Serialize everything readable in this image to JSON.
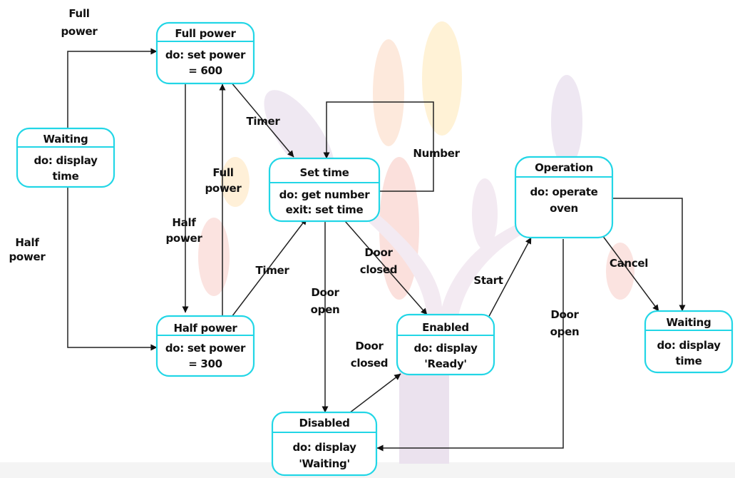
{
  "diagram": {
    "title": "Microwave oven model",
    "states": [
      {
        "id": "full_power",
        "name": "Full power",
        "action": [
          "do: set power",
          "= 600"
        ]
      },
      {
        "id": "waiting_left",
        "name": "Waiting",
        "action": [
          "do: display",
          "time"
        ]
      },
      {
        "id": "set_time",
        "name": "Set time",
        "action": [
          "do: get number",
          "exit: set time"
        ]
      },
      {
        "id": "operation",
        "name": "Operation",
        "action": [
          "do: operate",
          "oven"
        ]
      },
      {
        "id": "half_power",
        "name": "Half power",
        "action": [
          "do: set power",
          "= 300"
        ]
      },
      {
        "id": "enabled",
        "name": "Enabled",
        "action": [
          "do: display",
          "'Ready'"
        ]
      },
      {
        "id": "waiting_right",
        "name": "Waiting",
        "action": [
          "do: display",
          "time"
        ]
      },
      {
        "id": "disabled",
        "name": "Disabled",
        "action": [
          "do: display",
          "'Waiting'"
        ]
      }
    ],
    "transitions": [
      {
        "id": "waiting_to_full",
        "label": [
          "Full",
          "power"
        ]
      },
      {
        "id": "waiting_to_half",
        "label": [
          "Half",
          "power"
        ]
      },
      {
        "id": "full_to_half",
        "label": [
          "Half",
          "power"
        ]
      },
      {
        "id": "half_to_full",
        "label": [
          "Full",
          "power"
        ]
      },
      {
        "id": "full_to_settime",
        "label": [
          "Timer"
        ]
      },
      {
        "id": "half_to_settime",
        "label": [
          "Timer"
        ]
      },
      {
        "id": "settime_number",
        "label": [
          "Number"
        ]
      },
      {
        "id": "settime_to_enabled",
        "label": [
          "Door",
          "closed"
        ]
      },
      {
        "id": "settime_to_disabled",
        "label": [
          "Door",
          "open"
        ]
      },
      {
        "id": "disabled_to_enabled",
        "label": [
          "Door",
          "closed"
        ]
      },
      {
        "id": "enabled_to_operation",
        "label": [
          "Start"
        ]
      },
      {
        "id": "operation_to_waiting",
        "label": [
          "Cancel"
        ]
      },
      {
        "id": "operation_to_disabled",
        "label": [
          "Door",
          "open"
        ]
      }
    ]
  }
}
